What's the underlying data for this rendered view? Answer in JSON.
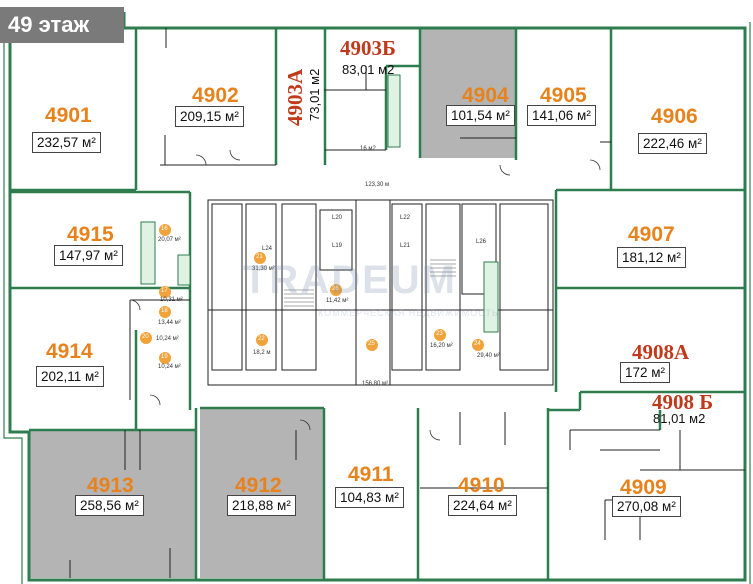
{
  "floor_label": "49 этаж",
  "units": [
    {
      "id": "4901",
      "area": "232,57 м²"
    },
    {
      "id": "4902",
      "area": "209,15 м²"
    },
    {
      "id": "4903А",
      "area": "73,01 м2"
    },
    {
      "id": "4903Б",
      "area": "83,01 м2"
    },
    {
      "id": "4904",
      "area": "101,54 м²"
    },
    {
      "id": "4905",
      "area": "141,06 м²"
    },
    {
      "id": "4906",
      "area": "222,46 м²"
    },
    {
      "id": "4907",
      "area": "181,12 м²"
    },
    {
      "id": "4908А",
      "area": "172   м²"
    },
    {
      "id": "4908 Б",
      "area": "81,01 м2"
    },
    {
      "id": "4909",
      "area": "270,08 м²"
    },
    {
      "id": "4910",
      "area": "224,64 м²"
    },
    {
      "id": "4911",
      "area": "104,83 м²"
    },
    {
      "id": "4912",
      "area": "218,88 м²"
    },
    {
      "id": "4913",
      "area": "258,56 м²"
    },
    {
      "id": "4914",
      "area": "202,11 м²"
    },
    {
      "id": "4915",
      "area": "147,97 м²"
    }
  ],
  "core_labels": {
    "small_16": "16 м2",
    "hall": "123,30 м",
    "r21": "21",
    "r21_area": "31,30 м²",
    "l24": "L24",
    "r22": "22",
    "r22_area": "18,2 м",
    "r26": "26",
    "r26_area": "11,42 м²",
    "l20": "L20",
    "l19": "L19",
    "l22": "L22",
    "l21": "L21",
    "l26": "L26",
    "r25": "25",
    "r25_area": "156,80 м²",
    "r23": "23",
    "r23_area": "16,20 м²",
    "r24": "24",
    "r24_area": "29,40 м²",
    "r16": "16",
    "r16_area": "20,07 м²",
    "r17": "17",
    "r17_area": "10,31 м²",
    "r18": "18",
    "r18_area": "13,44 м²",
    "r20": "20",
    "r20_area": "10,24 м²",
    "r19": "19",
    "r19_area": "10,24 м²"
  },
  "watermark": {
    "brand": "TRADEUM",
    "tagline": "КОММЕРЧЕСКАЯ НЕДВИЖИМОСТЬ"
  },
  "colors": {
    "wall": "#2e7d4f",
    "unit_number": "#e8821c",
    "unit_number_alt": "#c0391b",
    "grey_unit": "#b4b4b4",
    "badge": "#7a7a7a"
  }
}
